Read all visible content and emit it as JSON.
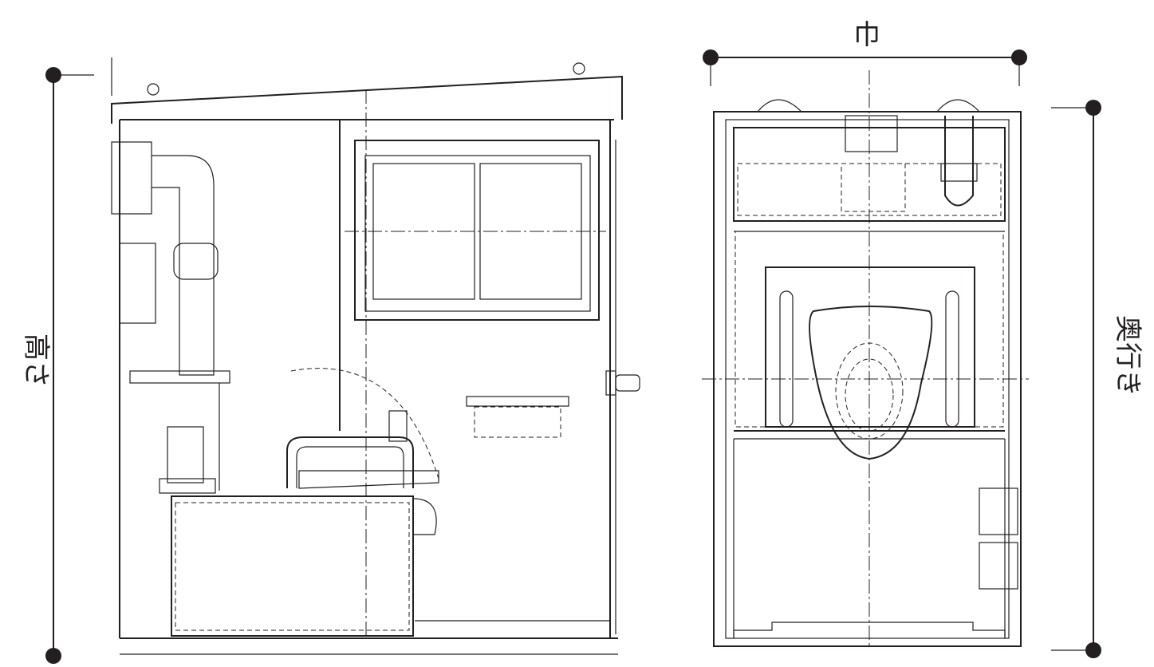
{
  "labels": {
    "height": "高さ",
    "width": "巾",
    "depth": "奥行き"
  },
  "colors": {
    "line": "#231f20",
    "background": "#ffffff"
  }
}
